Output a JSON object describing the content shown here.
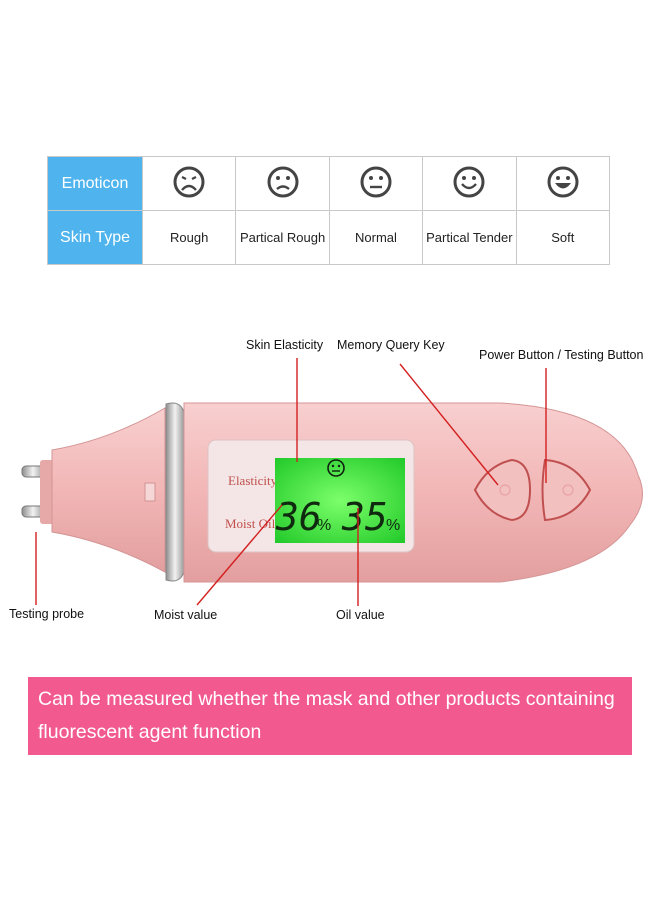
{
  "table": {
    "header_emoticon": "Emoticon",
    "header_skin_type": "Skin Type",
    "columns": [
      {
        "icon": "very-sad-face-icon",
        "label": "Rough"
      },
      {
        "icon": "sad-face-icon",
        "label": "Partical Rough"
      },
      {
        "icon": "neutral-face-icon",
        "label": "Normal"
      },
      {
        "icon": "smile-face-icon",
        "label": "Partical Tender"
      },
      {
        "icon": "grin-face-icon",
        "label": "Soft"
      }
    ]
  },
  "device": {
    "screen_label_elasticity": "Elasticity",
    "screen_label_moist_oil": "Moist Oil",
    "moist_value": "36",
    "oil_value": "35",
    "percent": "%"
  },
  "callouts": {
    "skin_elasticity": "Skin Elasticity",
    "memory_query_key": "Memory Query Key",
    "power_button": "Power Button / Testing Button",
    "testing_probe": "Testing probe",
    "moist_value": "Moist value",
    "oil_value": "Oil value"
  },
  "banner": {
    "line1": "Can be measured whether the mask and other products containing",
    "line2": "fluorescent agent function"
  },
  "colors": {
    "table_header": "#4fb4ee",
    "device_body": "#f2b8b8",
    "lcd_green": "#34e03a",
    "callout_line": "#d42020",
    "banner": "#f2598f"
  }
}
